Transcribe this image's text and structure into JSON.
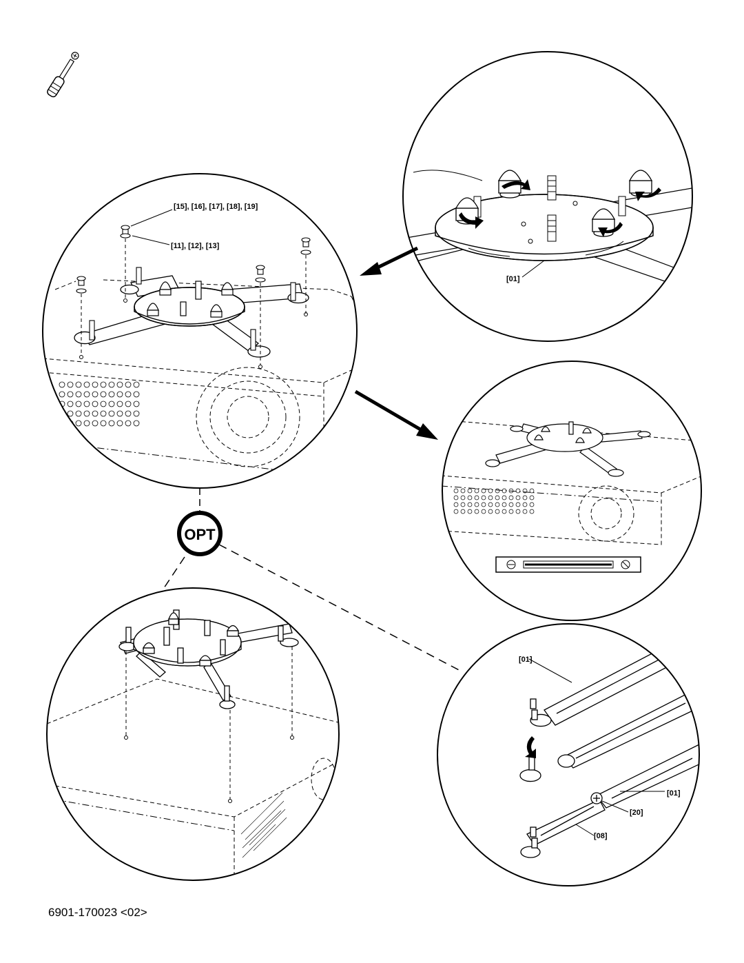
{
  "badge": {
    "label": "OPT"
  },
  "top_right": {
    "callout_plate": "[01]"
  },
  "middle_left": {
    "callout_screws": "[15], [16], [17], [18], [19]",
    "callout_washers": "[11], [12], [13]"
  },
  "bottom_right": {
    "callout_arm_top": "[01]",
    "callout_arm_bottom": "[01]",
    "callout_screw": "[20]",
    "callout_extension": "[08]"
  },
  "footer": {
    "document_code": "6901-170023 <02>"
  },
  "icons": [
    "screwdriver-icon",
    "level-icon",
    "rotate-arrow-icon",
    "direction-arrow-icon"
  ]
}
